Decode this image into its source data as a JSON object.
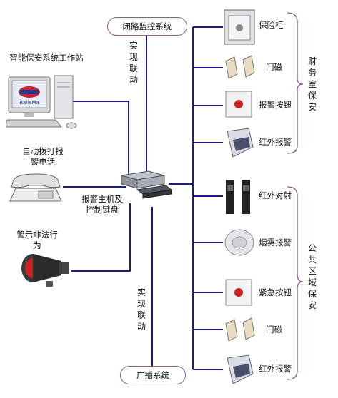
{
  "top_system": "闭路监控系统",
  "bottom_system": "广播系统",
  "linkage_top": "实现联动",
  "linkage_bottom": "实现联动",
  "workstation_label": "智能保安系统工作站",
  "phone_label": "自动拨打报警电话",
  "host_label": "报警主机及控制键盘",
  "siren_label": "警示非法行为",
  "monitor_brand": "BalleMa",
  "group_finance": "财务室保安",
  "group_public": "公共区域保安",
  "devices_finance": [
    "保险柜",
    "门磁",
    "报警按钮",
    "红外报警"
  ],
  "devices_public": [
    "红外对射",
    "烟雾报警",
    "紧急按钮",
    "门磁",
    "红外报警"
  ],
  "colors": {
    "line": "#1a1a8a",
    "bracket": "#8a5a8a",
    "device_bg": "#e6e6ea"
  }
}
